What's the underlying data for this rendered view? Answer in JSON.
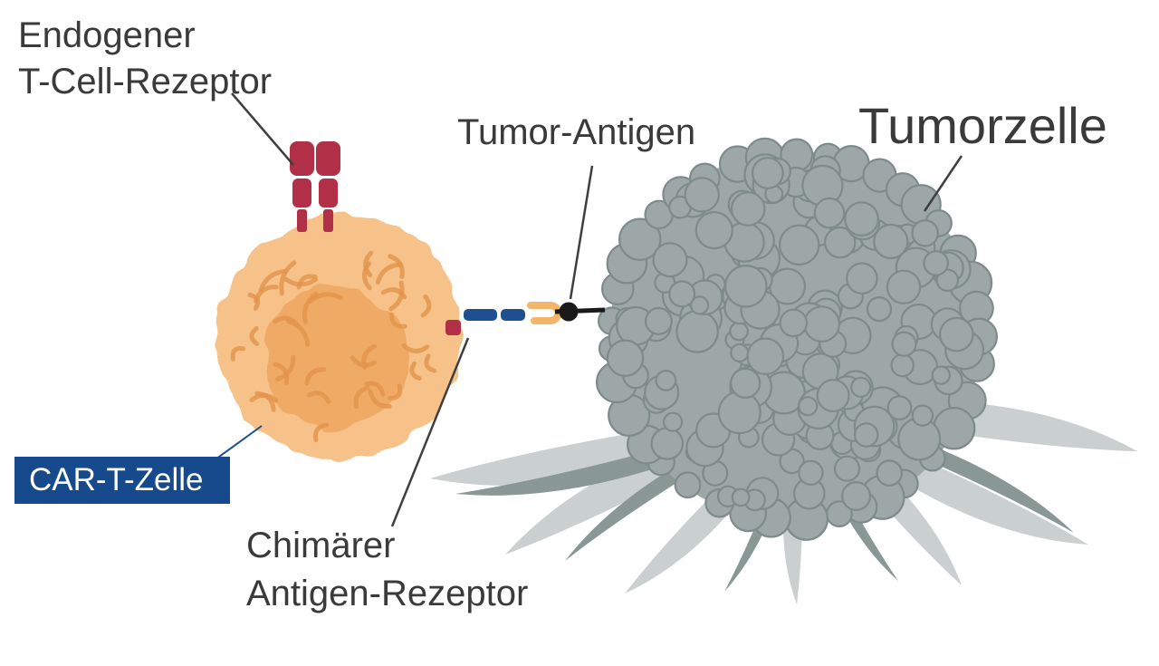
{
  "diagram": {
    "labels": {
      "endogenous_receptor_line1": "Endogener",
      "endogenous_receptor_line2": "T-Cell-Rezeptor",
      "tumor_antigen": "Tumor-Antigen",
      "tumor_cell": "Tumorzelle",
      "car_t_cell": "CAR-T-Zelle",
      "car_receptor_line1": "Chimärer",
      "car_receptor_line2": "Antigen-Rezeptor"
    },
    "colors": {
      "t_cell_body": "#F6C289",
      "t_cell_nucleus": "#EFAB66",
      "t_cell_squiggle": "#E2944B",
      "tcr_red": "#B13047",
      "car_blue": "#1D4F91",
      "car_orange": "#F2B569",
      "antigen_black": "#1A1A1A",
      "tumor_body": "#9DA7A7",
      "tumor_outline": "#7E8B8B",
      "tentacle_light": "#C9D0CF",
      "tentacle_dark": "#8A9895",
      "label_box": "#164A8C",
      "label_text_light": "#FFFFFF",
      "text": "#3A3A3A",
      "line": "#3F3F3F"
    }
  }
}
